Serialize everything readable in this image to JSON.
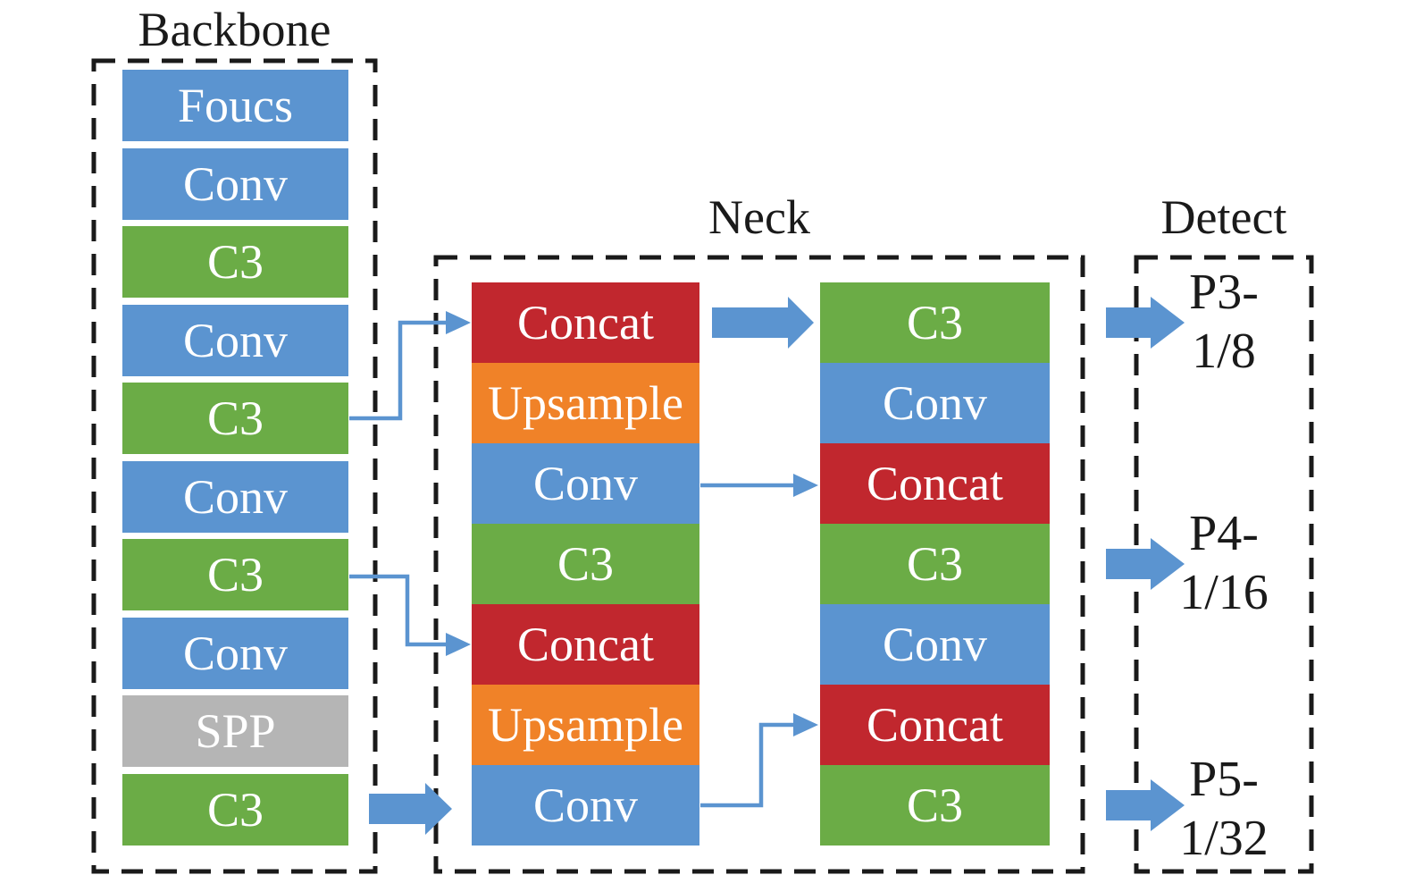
{
  "diagram": {
    "backbone": {
      "title": "Backbone",
      "blocks": [
        {
          "label": "Foucs",
          "color": "#5b94d0"
        },
        {
          "label": "Conv",
          "color": "#5b94d0"
        },
        {
          "label": "C3",
          "color": "#6bac46"
        },
        {
          "label": "Conv",
          "color": "#5b94d0"
        },
        {
          "label": "C3",
          "color": "#6bac46"
        },
        {
          "label": "Conv",
          "color": "#5b94d0"
        },
        {
          "label": "C3",
          "color": "#6bac46"
        },
        {
          "label": "Conv",
          "color": "#5b94d0"
        },
        {
          "label": "SPP",
          "color": "#b5b5b5"
        },
        {
          "label": "C3",
          "color": "#6bac46"
        }
      ]
    },
    "neck": {
      "title": "Neck",
      "left_column": [
        {
          "label": "Concat",
          "color": "#c1272e"
        },
        {
          "label": "Upsample",
          "color": "#f08228"
        },
        {
          "label": "Conv",
          "color": "#5b94d0"
        },
        {
          "label": "C3",
          "color": "#6bac46"
        },
        {
          "label": "Concat",
          "color": "#c1272e"
        },
        {
          "label": "Upsample",
          "color": "#f08228"
        },
        {
          "label": "Conv",
          "color": "#5b94d0"
        }
      ],
      "right_column": [
        {
          "label": "C3",
          "color": "#6bac46"
        },
        {
          "label": "Conv",
          "color": "#5b94d0"
        },
        {
          "label": "Concat",
          "color": "#c1272e"
        },
        {
          "label": "C3",
          "color": "#6bac46"
        },
        {
          "label": "Conv",
          "color": "#5b94d0"
        },
        {
          "label": "Concat",
          "color": "#c1272e"
        },
        {
          "label": "C3",
          "color": "#6bac46"
        }
      ]
    },
    "detect": {
      "title": "Detect",
      "outputs": [
        {
          "name": "P3-",
          "scale": "1/8"
        },
        {
          "name": "P4-",
          "scale": "1/16"
        },
        {
          "name": "P5-",
          "scale": "1/32"
        }
      ]
    },
    "colors": {
      "block_blue": "#5b94d0",
      "block_green": "#6bac46",
      "block_red": "#c1272e",
      "block_orange": "#f08228",
      "block_gray": "#b5b5b5",
      "arrow_blue": "#5b94d0",
      "dashed_border": "#1a1a1a",
      "block_text": "#ffffff",
      "background": "#ffffff"
    }
  }
}
